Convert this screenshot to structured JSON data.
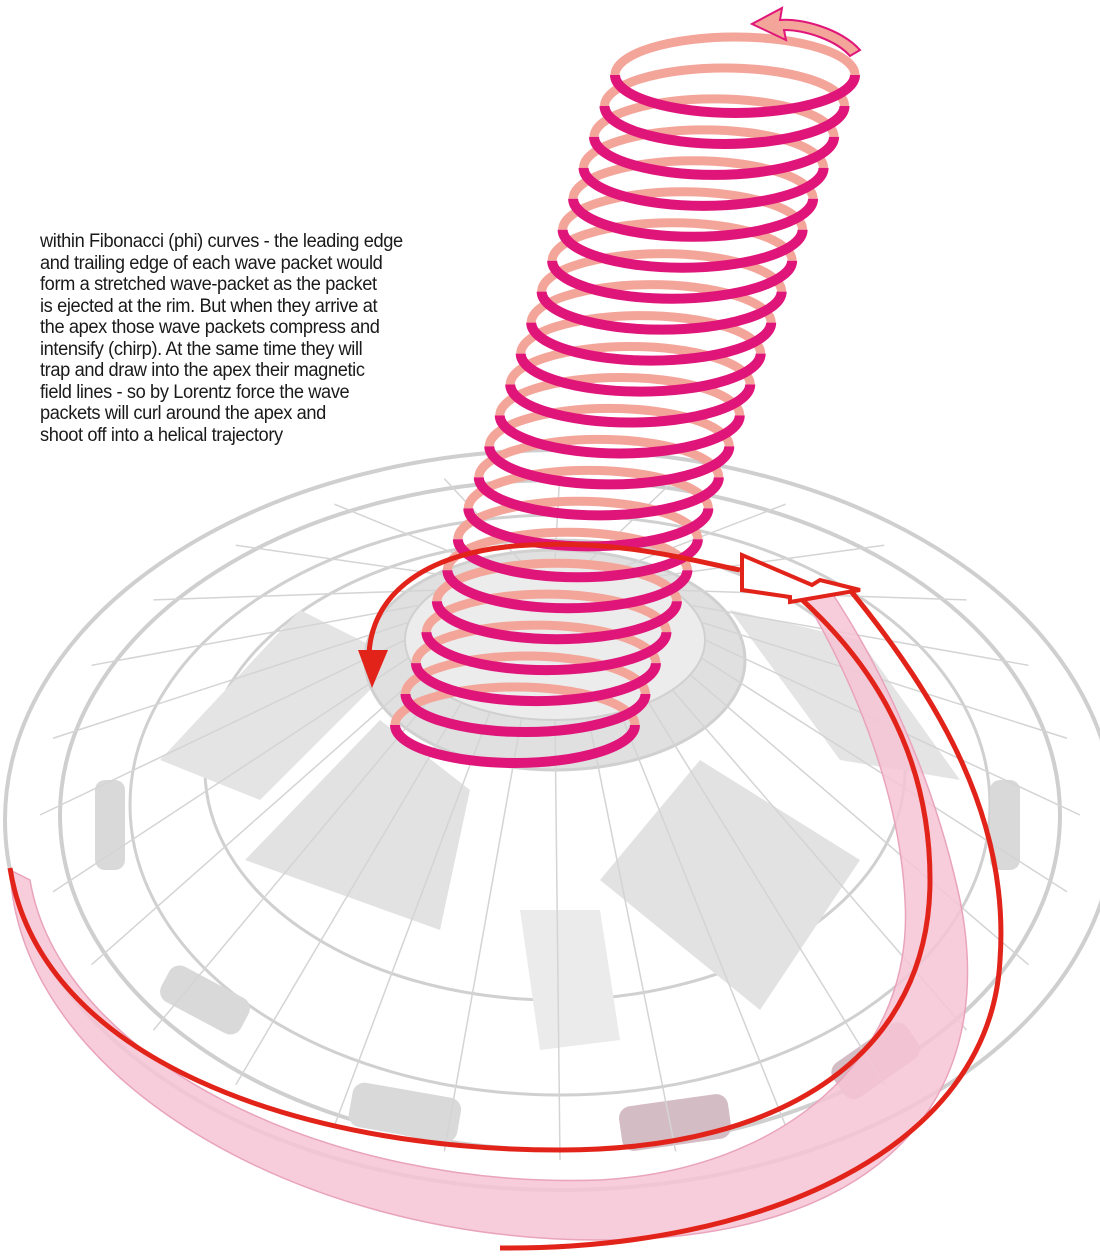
{
  "caption": {
    "lines": [
      "within Fibonacci (phi) curves - the leading edge",
      "and trailing edge of each wave packet would",
      "form a stretched wave-packet as the packet",
      "is ejected at the rim. But when they arrive at",
      "the apex those wave packets compress and",
      "intensify (chirp). At the same time they will",
      "trap and draw into the apex their magnetic",
      "field lines - so by Lorentz force the wave",
      "packets will curl around the apex and",
      "shoot off into a helical trajectory"
    ]
  },
  "colors": {
    "disk_outline": "#c8c8c8",
    "disk_fill": "#e3e3e3",
    "helix_front": "#e0157a",
    "helix_back": "#f4a59a",
    "flow_arrow": "#e2231a",
    "ribbon_fill": "#f6c4d6",
    "ribbon_dark": "#d7a6b6"
  },
  "icons": {
    "helix_arrow": "curved-arrow-icon",
    "flow_arrow": "arrowhead-icon"
  }
}
